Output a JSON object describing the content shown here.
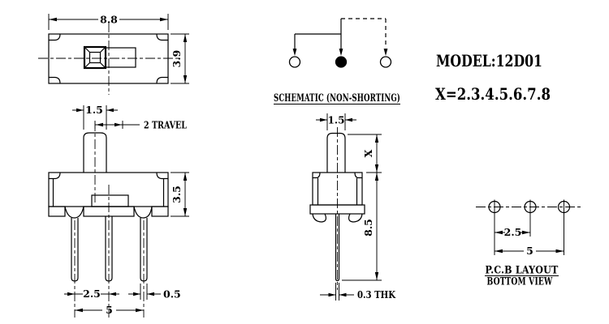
{
  "colors": {
    "background": "#ffffff",
    "line": "#000000"
  },
  "title_block": {
    "model": "MODEL:12D01",
    "x_values": "X=2.3.4.5.6.7.8"
  },
  "schematic": {
    "label": "SCHEMATIC (NON-SHORTING)",
    "terminals": [
      "open",
      "filled",
      "open"
    ]
  },
  "top_view": {
    "dims": {
      "width": "8.8",
      "height": "3.9"
    }
  },
  "front_view": {
    "dims": {
      "knob_width": "1.5",
      "travel": "2 TRAVEL",
      "body_height": "3.5",
      "pin_pitch": "2.5",
      "pin_width": "0.5",
      "pin_span": "5"
    }
  },
  "side_view": {
    "dims": {
      "knob_width": "1.5",
      "knob_height": "X",
      "lower_height": "8.5",
      "pin_thickness": "0.3 THK"
    }
  },
  "pcb_layout": {
    "dims": {
      "pitch": "2.5",
      "span": "5"
    },
    "label_line1": "P.C.B LAYOUT",
    "label_line2": "BOTTOM VIEW"
  }
}
